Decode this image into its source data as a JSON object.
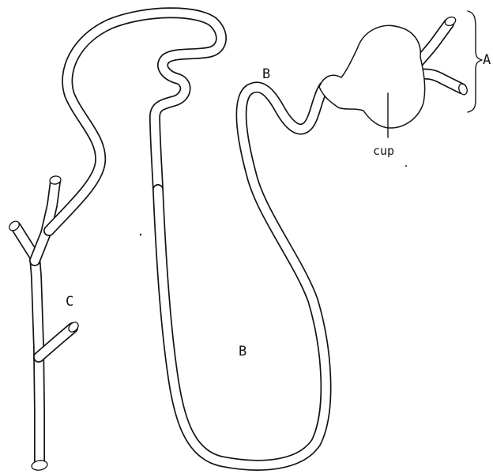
{
  "labels": {
    "a": "A",
    "b_upper": "B",
    "b_lower": "B",
    "c": "C",
    "cup": "cup"
  },
  "colors": {
    "ink": "#141414",
    "background": "#ffffff"
  }
}
